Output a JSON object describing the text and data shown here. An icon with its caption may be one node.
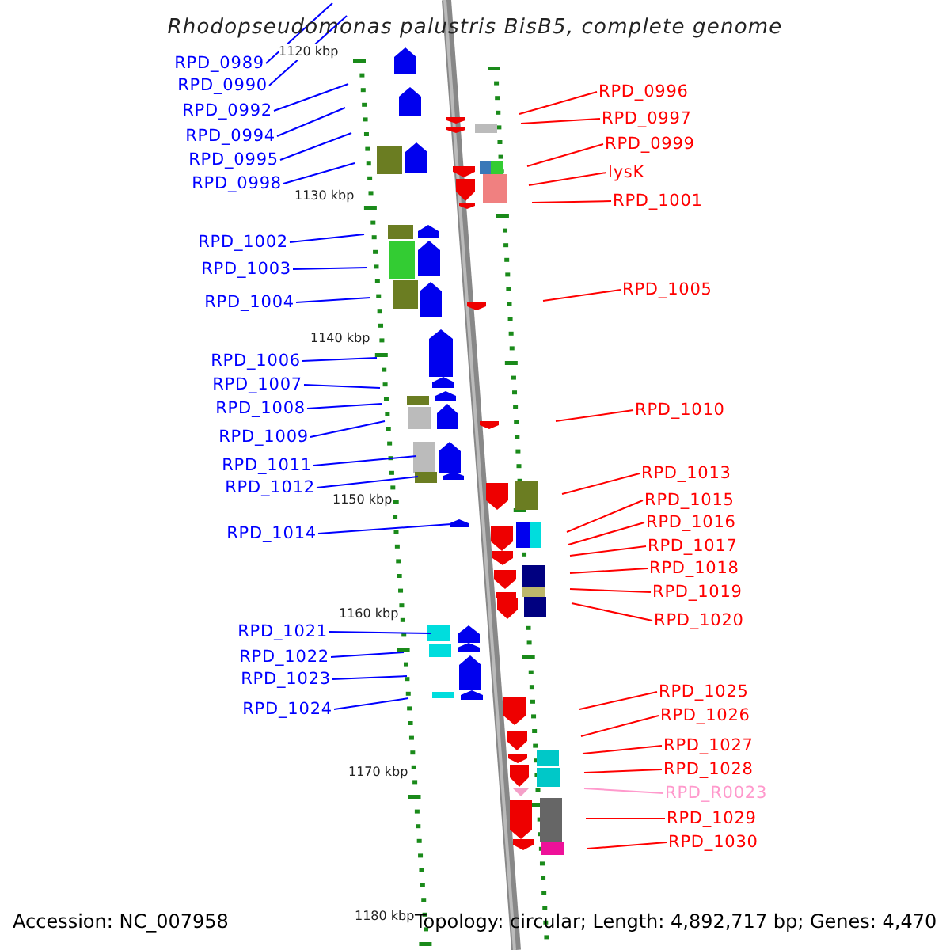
{
  "diagram": {
    "title": "Rhodopseudomonas palustris BisB5, complete genome",
    "nodes": [
      {
        "text": [
          "RPD_0989"
        ]
      },
      {
        "text": [
          "RPD_0990"
        ]
      },
      {
        "text": [
          "RPD_0992"
        ]
      },
      {
        "text": [
          "RPD_0994"
        ]
      },
      {
        "text": [
          "RPD_0995"
        ]
      },
      {
        "text": [
          "RPD_0998"
        ]
      },
      {
        "text": [
          "RPD_1002"
        ]
      },
      {
        "text": [
          "RPD_1003"
        ]
      },
      {
        "text": [
          "RPD_1004"
        ]
      },
      {
        "text": [
          "RPD_1006"
        ]
      },
      {
        "text": [
          "RPD_1007"
        ]
      },
      {
        "text": [
          "RPD_1008"
        ]
      },
      {
        "text": [
          "RPD_1009"
        ]
      },
      {
        "text": [
          "RPD_1011"
        ]
      },
      {
        "text": [
          "RPD_1012"
        ]
      },
      {
        "text": [
          "RPD_1014"
        ]
      },
      {
        "text": [
          "RPD_1021"
        ]
      },
      {
        "text": [
          "RPD_1022"
        ]
      },
      {
        "text": [
          "RPD_1023"
        ]
      },
      {
        "text": [
          "RPD_1024"
        ]
      },
      {
        "text": [
          "RPD_0996"
        ]
      },
      {
        "text": [
          "RPD_0997"
        ]
      },
      {
        "text": [
          "RPD_0999"
        ]
      },
      {
        "text": [
          "lysK"
        ]
      },
      {
        "text": [
          "RPD_1001"
        ]
      },
      {
        "text": [
          "RPD_1005"
        ]
      },
      {
        "text": [
          "RPD_1010"
        ]
      },
      {
        "text": [
          "RPD_1013"
        ]
      },
      {
        "text": [
          "RPD_1015"
        ]
      },
      {
        "text": [
          "RPD_1016"
        ]
      },
      {
        "text": [
          "RPD_1017"
        ]
      },
      {
        "text": [
          "RPD_1018"
        ]
      },
      {
        "text": [
          "RPD_1019"
        ]
      },
      {
        "text": [
          "RPD_1020"
        ]
      },
      {
        "text": [
          "RPD_1025"
        ]
      },
      {
        "text": [
          "RPD_1026"
        ]
      },
      {
        "text": [
          "RPD_1027"
        ]
      },
      {
        "text": [
          "RPD_1028"
        ]
      },
      {
        "text": [
          "RPD_R0023"
        ]
      },
      {
        "text": [
          "RPD_1029"
        ]
      },
      {
        "text": [
          "RPD_1030"
        ]
      }
    ],
    "edges": [
      {
        "from": 0,
        "to": null,
        "arrow": "none",
        "color": "#0000ff"
      },
      {
        "from": 1,
        "to": null,
        "arrow": "none",
        "color": "#0000ff"
      },
      {
        "from": 2,
        "to": null,
        "arrow": "none",
        "color": "#0000ff"
      },
      {
        "from": 3,
        "to": null,
        "arrow": "none",
        "color": "#0000ff"
      },
      {
        "from": 4,
        "to": null,
        "arrow": "none",
        "color": "#0000ff"
      },
      {
        "from": 5,
        "to": null,
        "arrow": "none",
        "color": "#0000ff"
      },
      {
        "from": 6,
        "to": null,
        "arrow": "none",
        "color": "#0000ff"
      },
      {
        "from": 7,
        "to": null,
        "arrow": "none",
        "color": "#0000ff"
      },
      {
        "from": 8,
        "to": null,
        "arrow": "none",
        "color": "#0000ff"
      },
      {
        "from": 9,
        "to": null,
        "arrow": "none",
        "color": "#0000ff"
      },
      {
        "from": 10,
        "to": null,
        "arrow": "none",
        "color": "#0000ff"
      },
      {
        "from": 11,
        "to": null,
        "arrow": "none",
        "color": "#0000ff"
      },
      {
        "from": 12,
        "to": null,
        "arrow": "none",
        "color": "#0000ff"
      },
      {
        "from": 13,
        "to": null,
        "arrow": "none",
        "color": "#0000ff"
      },
      {
        "from": 14,
        "to": null,
        "arrow": "none",
        "color": "#0000ff"
      },
      {
        "from": 15,
        "to": null,
        "arrow": "none",
        "color": "#0000ff"
      },
      {
        "from": 16,
        "to": null,
        "arrow": "none",
        "color": "#0000ff"
      },
      {
        "from": 17,
        "to": null,
        "arrow": "none",
        "color": "#0000ff"
      },
      {
        "from": 18,
        "to": null,
        "arrow": "none",
        "color": "#0000ff"
      },
      {
        "from": 19,
        "to": null,
        "arrow": "none",
        "color": "#0000ff"
      },
      {
        "from": 20,
        "to": null,
        "arrow": "none",
        "color": "#ff0000"
      },
      {
        "from": 21,
        "to": null,
        "arrow": "none",
        "color": "#ff0000"
      },
      {
        "from": 22,
        "to": null,
        "arrow": "none",
        "color": "#ff0000"
      },
      {
        "from": 23,
        "to": null,
        "arrow": "none",
        "color": "#ff0000"
      },
      {
        "from": 24,
        "to": null,
        "arrow": "none",
        "color": "#ff0000"
      },
      {
        "from": 25,
        "to": null,
        "arrow": "none",
        "color": "#ff0000"
      },
      {
        "from": 26,
        "to": null,
        "arrow": "none",
        "color": "#ff0000"
      },
      {
        "from": 27,
        "to": null,
        "arrow": "none",
        "color": "#ff0000"
      },
      {
        "from": 28,
        "to": null,
        "arrow": "none",
        "color": "#ff0000"
      },
      {
        "from": 29,
        "to": null,
        "arrow": "none",
        "color": "#ff0000"
      },
      {
        "from": 30,
        "to": null,
        "arrow": "none",
        "color": "#ff0000"
      },
      {
        "from": 31,
        "to": null,
        "arrow": "none",
        "color": "#ff0000"
      },
      {
        "from": 32,
        "to": null,
        "arrow": "none",
        "color": "#ff0000"
      },
      {
        "from": 33,
        "to": null,
        "arrow": "none",
        "color": "#ff0000"
      },
      {
        "from": 34,
        "to": null,
        "arrow": "none",
        "color": "#ff0000"
      },
      {
        "from": 35,
        "to": null,
        "arrow": "none",
        "color": "#ff0000"
      },
      {
        "from": 36,
        "to": null,
        "arrow": "none",
        "color": "#ff0000"
      },
      {
        "from": 37,
        "to": null,
        "arrow": "none",
        "color": "#ff0000"
      },
      {
        "from": 38,
        "to": null,
        "arrow": "none",
        "color": "#ff99cc"
      },
      {
        "from": 39,
        "to": null,
        "arrow": "none",
        "color": "#ff0000"
      },
      {
        "from": 40,
        "to": null,
        "arrow": "none",
        "color": "#ff0000"
      }
    ],
    "labels": [
      "1120 kbp",
      "1130 kbp",
      "1140 kbp",
      "1150 kbp",
      "1160 kbp",
      "1170 kbp",
      "1180 kbp",
      "Accession: NC_007958",
      "Topology: circular; Length: 4,892,717 bp; Genes: 4,470"
    ]
  }
}
